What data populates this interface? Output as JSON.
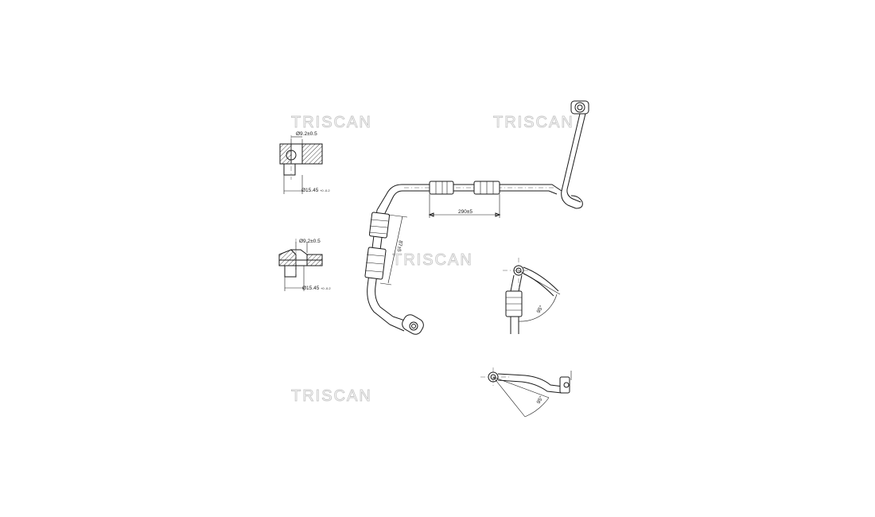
{
  "watermarks": [
    "TRISCAN",
    "TRISCAN",
    "TRISCAN",
    "TRISCAN"
  ],
  "dimensions": {
    "fitting_top_bore": "Ø9.2±0.5",
    "fitting_top_outer": "Ø15.45",
    "fitting_top_outer_tol": "+0 -0.2",
    "fitting_bottom_bore": "Ø9.2±0.5",
    "fitting_bottom_outer": "Ø15.45",
    "fitting_bottom_outer_tol": "+0 -0.2",
    "length_horizontal": "290±5",
    "length_vertical": "87±5",
    "angle_1": "95°",
    "angle_2": "95°"
  },
  "colors": {
    "line": "#1a1a1a",
    "watermark": "#c8c8c8",
    "background": "#ffffff"
  }
}
